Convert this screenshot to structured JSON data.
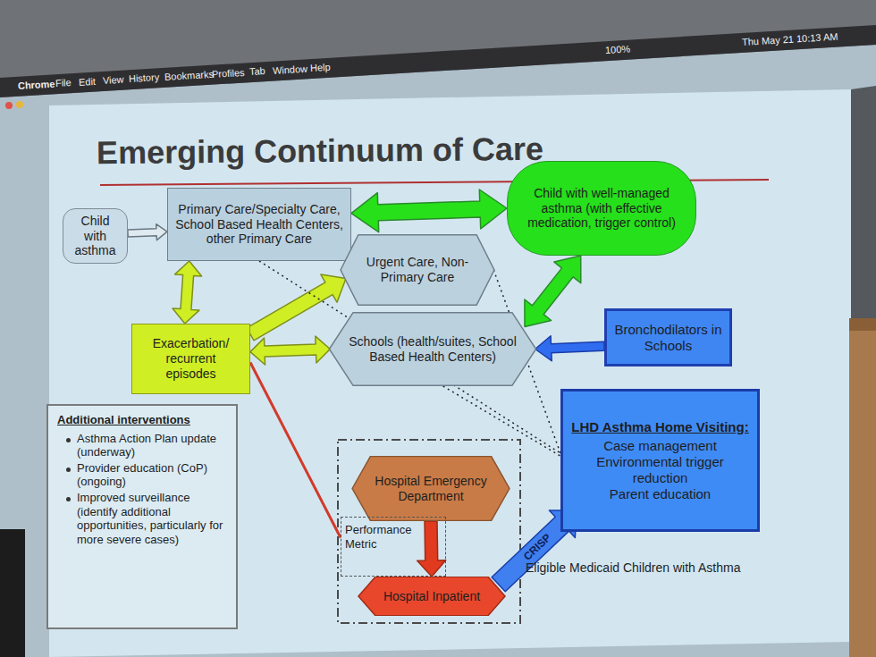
{
  "diagram": {
    "title": "Emerging Continuum of Care",
    "nodes": [
      {
        "text": [
          "Child with asthma"
        ]
      },
      {
        "text": [
          "Primary Care/Specialty Care, School Based Health Centers, other Primary Care"
        ]
      },
      {
        "text": [
          "Child with well-managed asthma (with effective medication, trigger control)"
        ]
      },
      {
        "text": [
          "Urgent Care, Non-Primary Care"
        ]
      },
      {
        "text": [
          "Exacerbation/ recurrent episodes"
        ]
      },
      {
        "text": [
          "Schools (health/suites, School Based Health Centers)"
        ]
      },
      {
        "text": [
          "Bronchodilators in Schools"
        ]
      },
      {
        "text": [
          "Additional interventions",
          "Asthma Action Plan update (underway)",
          "Provider education (CoP) (ongoing)",
          "Improved surveillance (identify additional opportunities, particularly for more severe cases)"
        ]
      },
      {
        "text": [
          "Hospital Emergency Department"
        ]
      },
      {
        "text": [
          "Performance Metric"
        ]
      },
      {
        "text": [
          "Hospital Inpatient"
        ]
      },
      {
        "text": [
          "LHD Asthma Home Visiting:",
          "Case management",
          "Environmental trigger reduction",
          "Parent education"
        ]
      }
    ],
    "edges": [
      {
        "from": 0,
        "to": 1,
        "arrow": "to"
      },
      {
        "from": 1,
        "to": 2,
        "arrow": "both"
      },
      {
        "from": 1,
        "to": 4,
        "arrow": "both"
      },
      {
        "from": 4,
        "to": 3,
        "arrow": "to"
      },
      {
        "from": 4,
        "to": 5,
        "arrow": "both"
      },
      {
        "from": 2,
        "to": 5,
        "arrow": "both"
      },
      {
        "from": 6,
        "to": 5,
        "arrow": "to"
      },
      {
        "from": 4,
        "to": 9,
        "arrow": "none"
      },
      {
        "from": 8,
        "to": 10,
        "arrow": "to"
      },
      {
        "from": 10,
        "to": 11,
        "label": "CRISP",
        "arrow": "to"
      },
      {
        "from": 1,
        "to": 11,
        "arrow": "none"
      },
      {
        "from": 3,
        "to": 11,
        "arrow": "none"
      },
      {
        "from": 5,
        "to": 11,
        "arrow": "none"
      }
    ],
    "labels": [
      "Eligible Medicaid Children with Asthma",
      "Chrome",
      "File",
      "Edit",
      "View",
      "History",
      "Bookmarks",
      "Profiles",
      "Tab",
      "Window",
      "Help",
      "100%",
      "Thu May 21 10:13 AM"
    ]
  }
}
